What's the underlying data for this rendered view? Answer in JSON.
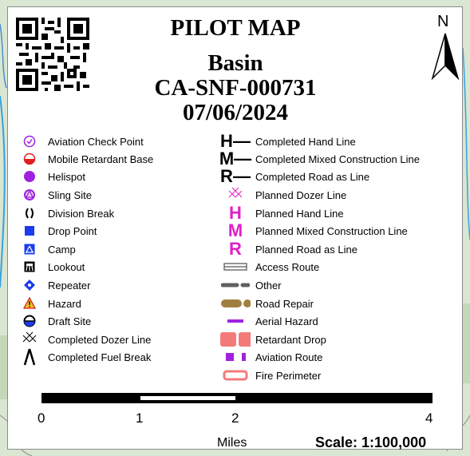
{
  "header": {
    "title": "PILOT MAP",
    "incident_name": "Basin",
    "incident_number": "CA-SNF-000731",
    "date": "07/06/2024"
  },
  "north_arrow": {
    "label": "N"
  },
  "legend": {
    "column1": [
      {
        "label": "Aviation Check Point",
        "icon": "aviation-check-point-icon"
      },
      {
        "label": "Mobile Retardant Base",
        "icon": "mobile-retardant-base-icon"
      },
      {
        "label": "Helispot",
        "icon": "helispot-icon"
      },
      {
        "label": "Sling Site",
        "icon": "sling-site-icon"
      },
      {
        "label": "Division Break",
        "icon": "division-break-icon"
      },
      {
        "label": "Drop Point",
        "icon": "drop-point-icon"
      },
      {
        "label": "Camp",
        "icon": "camp-icon"
      },
      {
        "label": "Lookout",
        "icon": "lookout-icon"
      },
      {
        "label": "Repeater",
        "icon": "repeater-icon"
      },
      {
        "label": "Hazard",
        "icon": "hazard-icon"
      },
      {
        "label": "Draft Site",
        "icon": "draft-site-icon"
      },
      {
        "label": "Completed Dozer Line",
        "icon": "completed-dozer-line-icon"
      },
      {
        "label": "Completed Fuel Break",
        "icon": "completed-fuel-break-icon"
      }
    ],
    "column2": [
      {
        "label": "Completed Hand Line",
        "symbol_text": "H"
      },
      {
        "label": "Completed Mixed Construction Line",
        "symbol_text": "M"
      },
      {
        "label": "Completed Road as Line",
        "symbol_text": "R"
      },
      {
        "label": "Planned Dozer Line",
        "icon": "planned-dozer-line-icon"
      },
      {
        "label": "Planned Hand Line",
        "symbol_text": "H"
      },
      {
        "label": "Planned Mixed Construction Line",
        "symbol_text": "M"
      },
      {
        "label": "Planned Road as Line",
        "symbol_text": "R"
      },
      {
        "label": "Access Route",
        "icon": "access-route-icon"
      },
      {
        "label": "Other",
        "icon": "other-line-icon"
      },
      {
        "label": "Road Repair",
        "icon": "road-repair-icon"
      },
      {
        "label": "Aerial Hazard",
        "icon": "aerial-hazard-icon"
      },
      {
        "label": "Retardant Drop",
        "icon": "retardant-drop-icon"
      },
      {
        "label": "Aviation Route",
        "icon": "aviation-route-icon"
      },
      {
        "label": "Fire Perimeter",
        "icon": "fire-perimeter-icon"
      }
    ]
  },
  "scale_bar": {
    "ticks": [
      "0",
      "1",
      "2",
      "4"
    ],
    "units": "Miles",
    "scale_text": "Scale: 1:100,000"
  },
  "colors": {
    "magenta": "#e020c8",
    "purple": "#a020e0",
    "red": "#e02020",
    "blue": "#1a3cf0",
    "salmon": "#f47a7a",
    "brown": "#a08040",
    "gray": "#606060"
  }
}
